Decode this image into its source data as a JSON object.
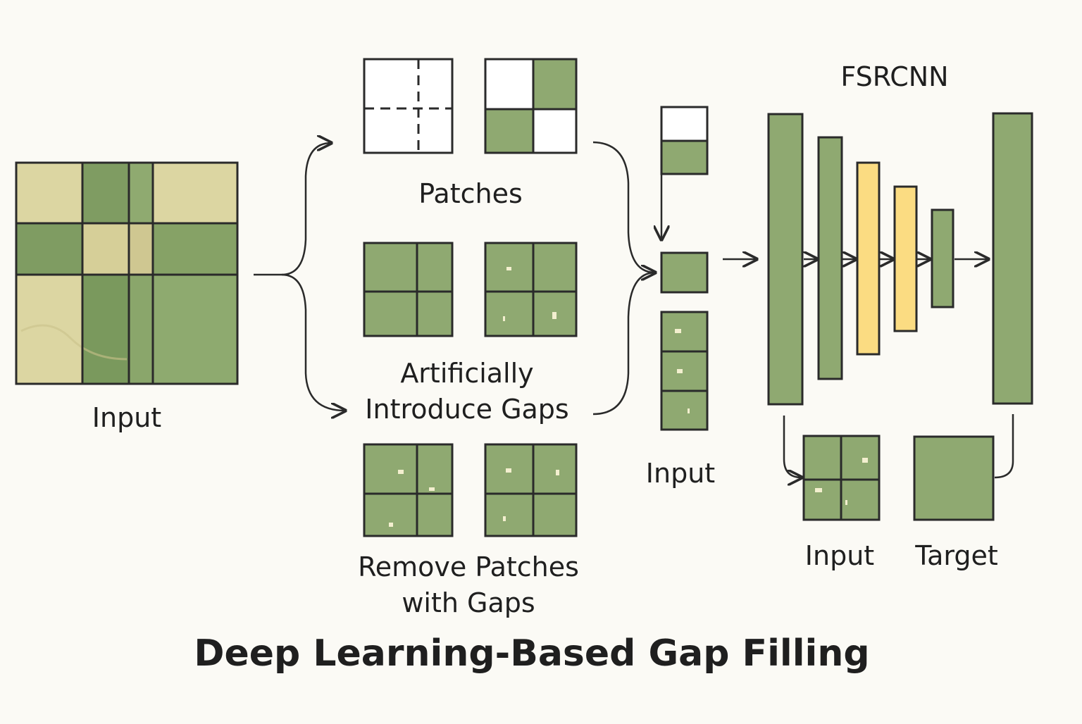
{
  "title": "Deep Learning-Based Gap Filling",
  "labels": {
    "input_main": "Input",
    "patches": "Patches",
    "introduce_gaps_line1": "Artificially",
    "introduce_gaps_line2": "Introduce Gaps",
    "remove_line1": "Remove Patches",
    "remove_line2": "with Gaps",
    "input_stack": "Input",
    "model_name": "FSRCNN",
    "model_input": "Input",
    "model_target": "Target"
  },
  "colors": {
    "background": "#fbfaf5",
    "tan": "#dcd6a2",
    "green": "#8fa971",
    "dark_green": "#7a9a5c",
    "yellow": "#fbdc82",
    "outline": "#2a2a2a"
  },
  "layers": [
    {
      "color": "green"
    },
    {
      "color": "green"
    },
    {
      "color": "yellow"
    },
    {
      "color": "yellow"
    },
    {
      "color": "green"
    },
    {
      "color": "green"
    }
  ]
}
